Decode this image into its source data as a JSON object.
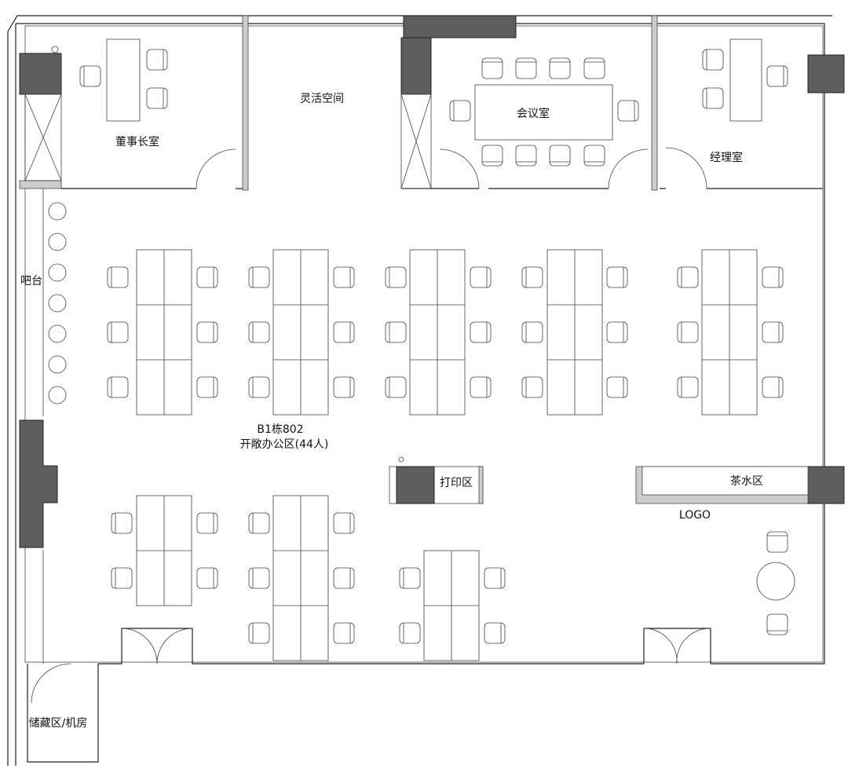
{
  "rooms": {
    "chairman": "董事长室",
    "flexible": "灵活空间",
    "meeting": "会议室",
    "manager": "经理室",
    "bar": "吧台",
    "office_building": "B1栋802",
    "office_area": "开敞办公区(44人)",
    "print": "打印区",
    "tea": "茶水区",
    "logo": "LOGO",
    "storage": "储藏区/机房"
  },
  "colors": {
    "wall": "#222222",
    "column": "#5e5e5e",
    "hatch": "#cccccc"
  }
}
